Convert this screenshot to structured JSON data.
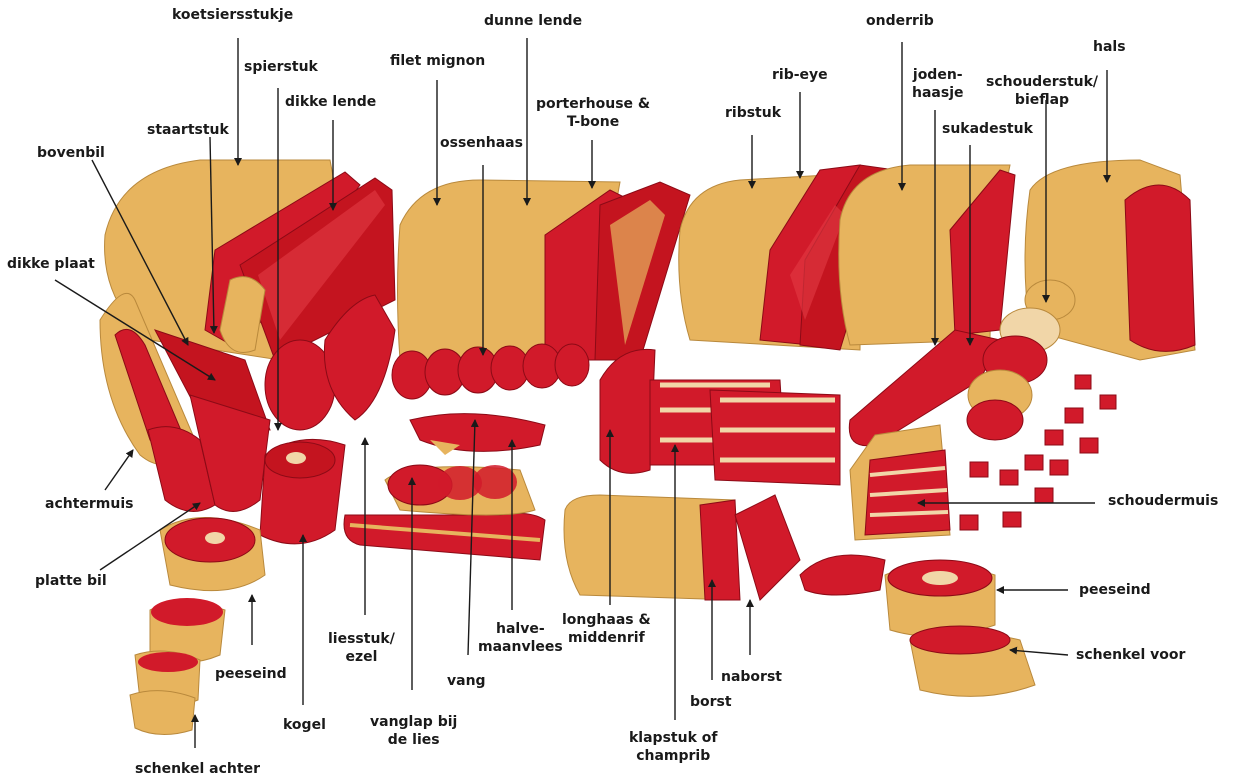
{
  "colors": {
    "fat": "#e7b45e",
    "fat_dark": "#cf9a3f",
    "meat": "#d11a2a",
    "meat_dark": "#a80d1d",
    "bone": "#f1d6a8",
    "line": "#1a1a1a"
  },
  "labels": {
    "koetsiersstukje": "koetsiersstukje",
    "spierstuk": "spierstuk",
    "dikke_lende": "dikke lende",
    "staartstuk": "staartstuk",
    "bovenbil": "bovenbil",
    "dikke_plaat": "dikke plaat",
    "achtermuis": "achtermuis",
    "platte_bil": "platte bil",
    "peeseind_achter": "peeseind",
    "kogel": "kogel",
    "schenkel_achter": "schenkel achter",
    "filet_mignon": "filet mignon",
    "ossenhaas": "ossenhaas",
    "dunne_lende": "dunne lende",
    "porterhouse": "porterhouse &\nT-bone",
    "liesstuk": "liesstuk/\nezel",
    "vanglap": "vanglap bij\nde lies",
    "vang": "vang",
    "halvemaanvlees": "halve-\nmaanvlees",
    "longhaas": "longhaas &\nmiddenrif",
    "klapstuk": "klapstuk of\nchamprib",
    "borst": "borst",
    "naborst": "naborst",
    "ribstuk": "ribstuk",
    "rib_eye": "rib-eye",
    "onderrib": "onderrib",
    "jodenhaasje": "joden-\nhaasje",
    "schouderstuk": "schouderstuk/\nbieflap",
    "hals": "hals",
    "sukadestuk": "sukadestuk",
    "schoudermuis": "schoudermuis",
    "peeseind_voor": "peeseind",
    "schenkel_voor": "schenkel voor"
  }
}
